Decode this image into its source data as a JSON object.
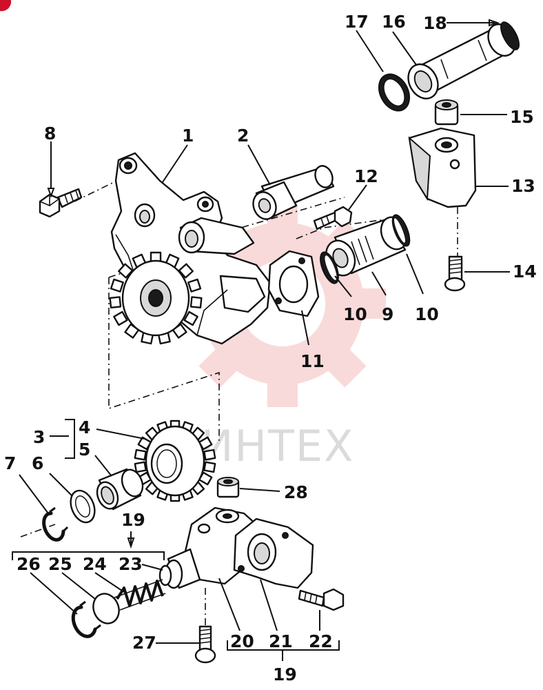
{
  "diagram": {
    "watermark_text": "ИНТЕХ",
    "watermark_color": "#e02020",
    "labels": [
      {
        "id": "n1",
        "text": "1"
      },
      {
        "id": "n2",
        "text": "2"
      },
      {
        "id": "n3",
        "text": "3"
      },
      {
        "id": "n4",
        "text": "4"
      },
      {
        "id": "n5",
        "text": "5"
      },
      {
        "id": "n6",
        "text": "6"
      },
      {
        "id": "n7",
        "text": "7"
      },
      {
        "id": "n8",
        "text": "8"
      },
      {
        "id": "n9",
        "text": "9"
      },
      {
        "id": "n10a",
        "text": "10"
      },
      {
        "id": "n10b",
        "text": "10"
      },
      {
        "id": "n11",
        "text": "11"
      },
      {
        "id": "n12",
        "text": "12"
      },
      {
        "id": "n13",
        "text": "13"
      },
      {
        "id": "n14",
        "text": "14"
      },
      {
        "id": "n15",
        "text": "15"
      },
      {
        "id": "n16",
        "text": "16"
      },
      {
        "id": "n17",
        "text": "17"
      },
      {
        "id": "n18",
        "text": "18"
      },
      {
        "id": "n19a",
        "text": "19"
      },
      {
        "id": "n19b",
        "text": "19"
      },
      {
        "id": "n20",
        "text": "20"
      },
      {
        "id": "n21",
        "text": "21"
      },
      {
        "id": "n22",
        "text": "22"
      },
      {
        "id": "n23",
        "text": "23"
      },
      {
        "id": "n24",
        "text": "24"
      },
      {
        "id": "n25",
        "text": "25"
      },
      {
        "id": "n26",
        "text": "26"
      },
      {
        "id": "n27",
        "text": "27"
      },
      {
        "id": "n28",
        "text": "28"
      }
    ]
  }
}
